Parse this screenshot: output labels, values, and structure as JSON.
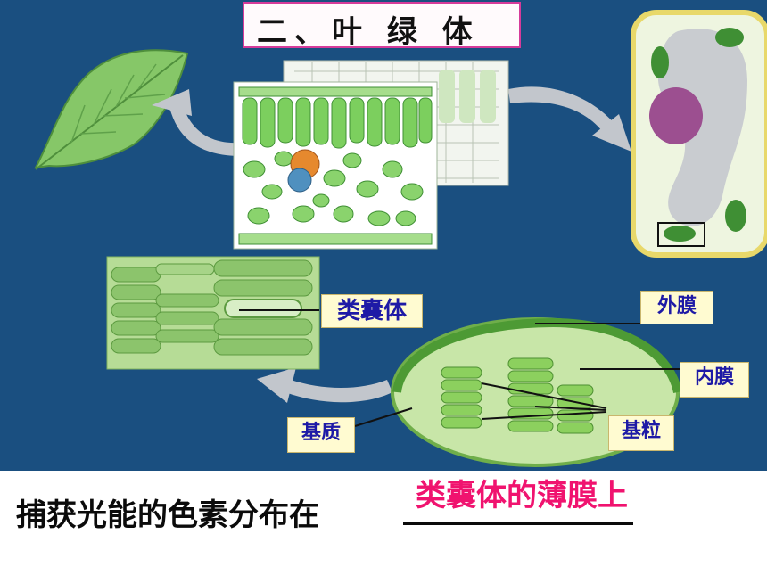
{
  "title": "二、叶 绿 体",
  "labels": {
    "thylakoid": "类囊体",
    "outer_membrane": "外膜",
    "inner_membrane": "内膜",
    "grana": "基粒",
    "stroma": "基质"
  },
  "question": "捕获光能的色素分布在",
  "answer": "类囊体的薄膜上",
  "colors": {
    "background": "#1a4f80",
    "label_fill": "#fffbd1",
    "label_text": "#1e1aa6",
    "title_border": "#d63b9a",
    "answer": "#f0136f",
    "chloroplast_green": "#7cc456",
    "arrow_gray": "#c2c6cc"
  }
}
